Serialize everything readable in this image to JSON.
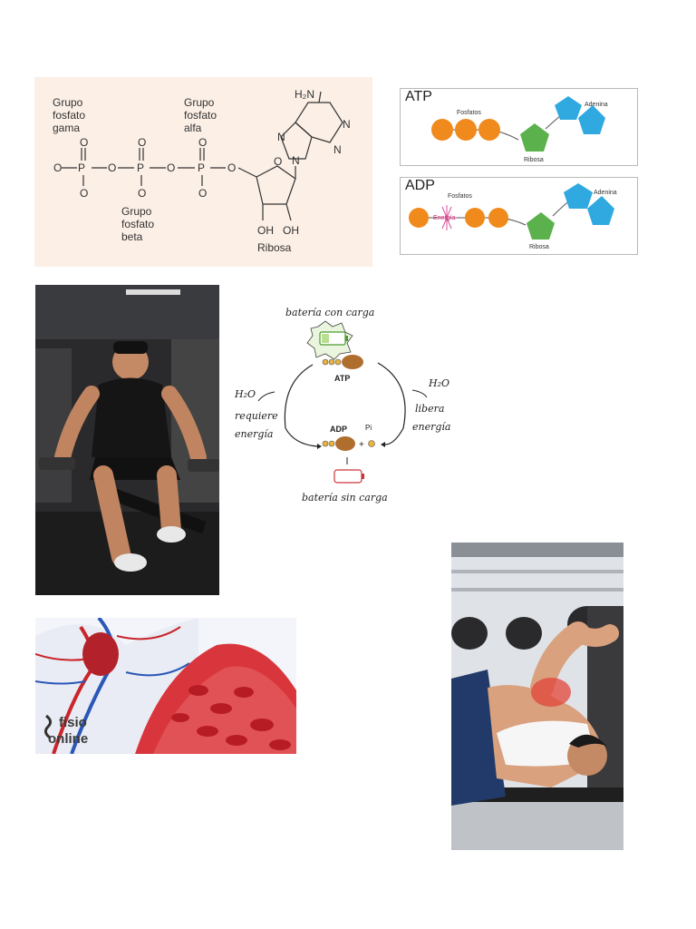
{
  "atp_structure": {
    "gamma_label": [
      "Grupo",
      "fosfato",
      "gama"
    ],
    "alpha_label": [
      "Grupo",
      "fosfato",
      "alfa"
    ],
    "beta_label": [
      "Grupo",
      "fosfato",
      "beta"
    ],
    "ribose_label": "Ribosa",
    "amine_label": "H₂N",
    "oh_labels": [
      "OH",
      "OH"
    ],
    "atoms": {
      "P": "P",
      "O": "O",
      "N": "N"
    }
  },
  "atp_box": {
    "title": "ATP",
    "phosphates_label": "Fosfatos",
    "ribose_label": "Ribosa",
    "adenine_label": "Adenina"
  },
  "adp_box": {
    "title": "ADP",
    "phosphates_label": "Fosfatos",
    "energy_label": "Energía",
    "ribose_label": "Ribosa",
    "adenine_label": "Adenina"
  },
  "cycle": {
    "top_label": "batería con carga",
    "atp_label": "ATP",
    "left_h2o": "H₂O",
    "left_text": [
      "requiere",
      "energía"
    ],
    "right_h2o": "H₂O",
    "right_text": [
      "libera",
      "energía"
    ],
    "adp_label": "ADP",
    "pi_label": "Pi",
    "plus": "+",
    "bottom_label": "batería sin carga"
  },
  "blood_image": {
    "logo_line1": "fisio",
    "logo_line2": "online"
  },
  "colors": {
    "phosphate": "#f08a1c",
    "ribose": "#5bb14b",
    "adenine": "#2fa9e0",
    "blood": "#c9252b",
    "vein": "#2a57b8"
  }
}
